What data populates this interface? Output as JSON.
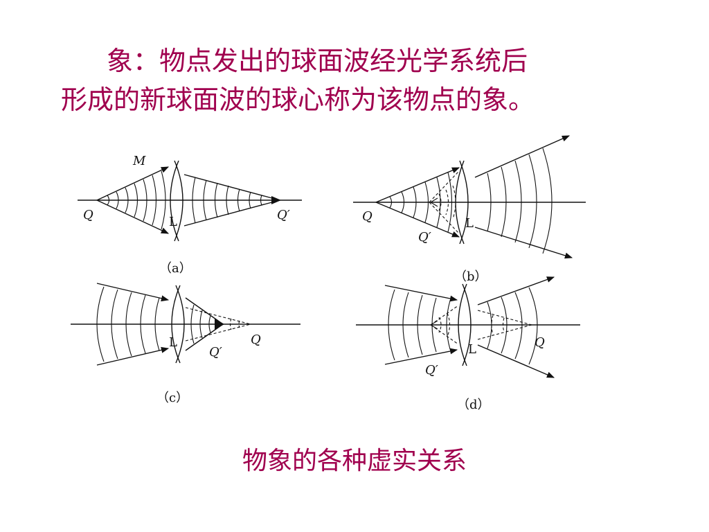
{
  "title": {
    "line1": "象：物点发出的球面波经光学系统后",
    "line2": "形成的新球面波的球心称为该物点的象。"
  },
  "caption": "物象的各种虚实关系",
  "panels": {
    "a": {
      "label": "（a）",
      "object": "Q",
      "image": "Q′",
      "lens": "L",
      "ray": "M"
    },
    "b": {
      "label": "（b）",
      "object": "Q",
      "image": "Q′",
      "lens": "L"
    },
    "c": {
      "label": "（c）",
      "object": "Q",
      "image": "Q′",
      "lens": "L"
    },
    "d": {
      "label": "（d）",
      "object": "Q",
      "image": "Q′",
      "lens": "L"
    }
  },
  "colors": {
    "text": "#a0004e",
    "ink": "#111111"
  }
}
